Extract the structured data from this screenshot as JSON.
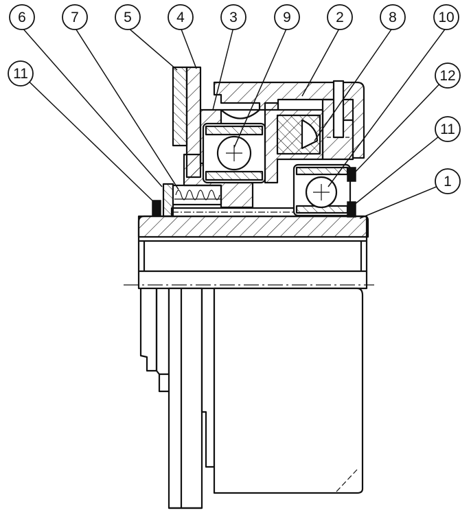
{
  "callouts": [
    {
      "id": "c6",
      "label": "6"
    },
    {
      "id": "c7",
      "label": "7"
    },
    {
      "id": "c5",
      "label": "5"
    },
    {
      "id": "c4",
      "label": "4"
    },
    {
      "id": "c3",
      "label": "3"
    },
    {
      "id": "c9",
      "label": "9"
    },
    {
      "id": "c2",
      "label": "2"
    },
    {
      "id": "c8",
      "label": "8"
    },
    {
      "id": "c10",
      "label": "10"
    },
    {
      "id": "c11a",
      "label": "11"
    },
    {
      "id": "c12",
      "label": "12"
    },
    {
      "id": "c11b",
      "label": "11"
    },
    {
      "id": "c1",
      "label": "1"
    }
  ],
  "colors": {
    "stroke": "#111111",
    "background": "#ffffff"
  }
}
